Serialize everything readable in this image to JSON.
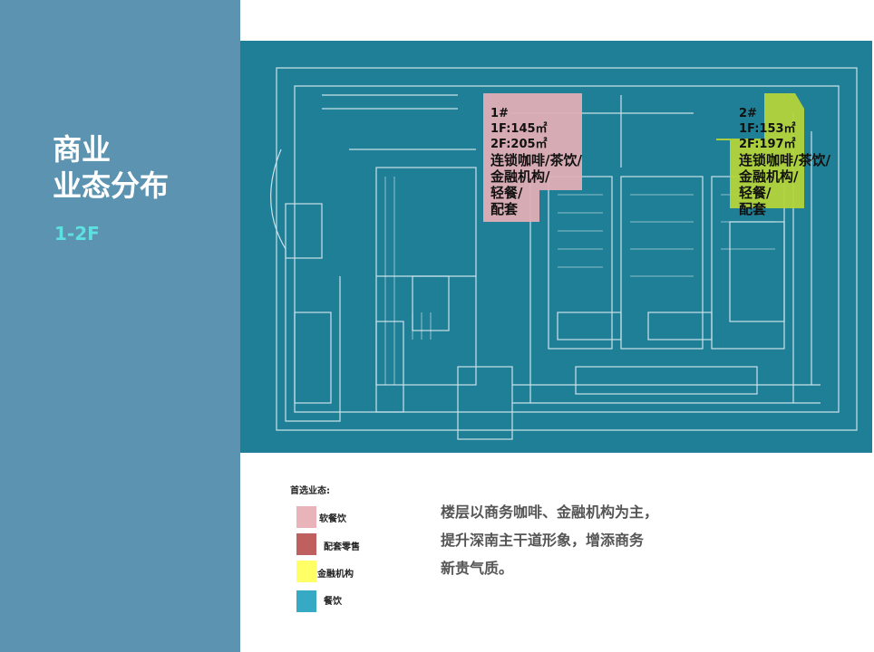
{
  "sidebar": {
    "title_line1": "商业",
    "title_line2": "业态分布",
    "floor": "1-2F"
  },
  "plan": {
    "zone1": {
      "id": "1#",
      "f1": "1F:145㎡",
      "f2": "2F:205㎡",
      "uses": [
        "连锁咖啡/茶饮/",
        "金融机构/",
        "轻餐/",
        "配套"
      ],
      "color": "#e2aeb4"
    },
    "zone2": {
      "id": "2#",
      "f1": "1F:153㎡",
      "f2": "2F:197㎡",
      "uses": [
        "连锁咖啡/茶饮/",
        "金融机构/",
        "轻餐/",
        "配套"
      ],
      "color": "#b4d43a"
    }
  },
  "legend": {
    "title": "首选业态:",
    "items": [
      {
        "label": "软餐饮",
        "color": "#e8b4ba"
      },
      {
        "label": "配套零售",
        "color": "#c0605e"
      },
      {
        "label": "金融机构",
        "color": "#ffff66"
      },
      {
        "label": "餐饮",
        "color": "#36aac4"
      }
    ]
  },
  "description": "楼层以商务咖啡、金融机构为主，\n提升深南主干道形象，增添商务\n新贵气质。"
}
